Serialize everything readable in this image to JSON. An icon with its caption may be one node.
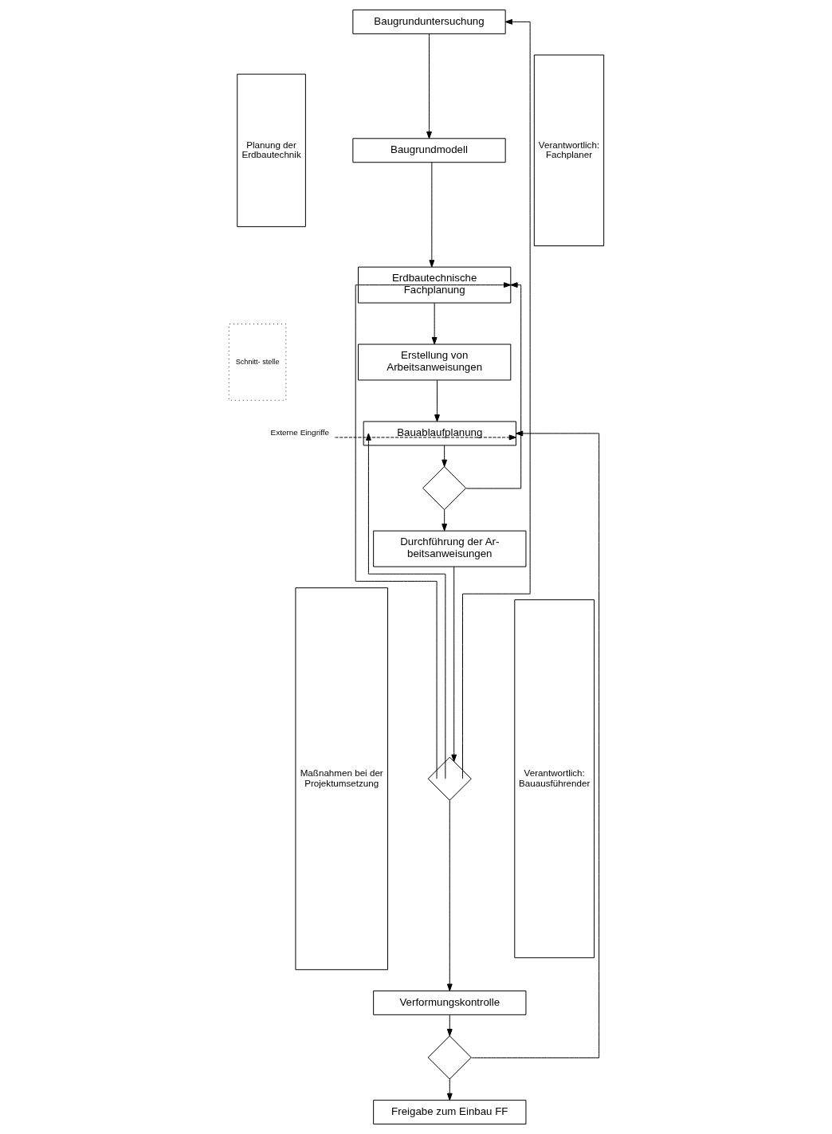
{
  "diagram": {
    "nodes": [
      {
        "text": [
          "Baugrunduntersuchung"
        ]
      },
      {
        "text": [
          "Baugrundmodell"
        ]
      },
      {
        "text": [
          "Erdbautechnische Fachplanung"
        ]
      },
      {
        "text": [
          "Erstellung von Arbeitsanweisungen"
        ]
      },
      {
        "text": [
          "Bauablaufplanung"
        ]
      },
      {
        "text": [],
        "shape": "diamond"
      },
      {
        "text": [
          "Durchführung der Ar- beitsanweisungen"
        ]
      },
      {
        "text": [],
        "shape": "diamond"
      },
      {
        "text": [
          "Verformungskontrolle"
        ]
      },
      {
        "text": [],
        "shape": "diamond"
      },
      {
        "text": [
          "Freigabe zum Einbau FF"
        ]
      },
      {
        "text": [
          "Externe Eingriffe"
        ]
      },
      {
        "text": [
          "Planung der Erdbautechnik"
        ]
      },
      {
        "text": [
          "Schnitt- stelle"
        ]
      },
      {
        "text": [
          "Maßnahmen bei der Projektumsetzung"
        ]
      },
      {
        "text": [
          "Verantwortlich: Fachplaner"
        ]
      },
      {
        "text": [
          "Verantwortlich: Bauausführender"
        ]
      }
    ],
    "edges": [
      {
        "from": 0,
        "to": 1,
        "arrow": "to"
      },
      {
        "from": 1,
        "to": 2,
        "arrow": "to"
      },
      {
        "from": 2,
        "to": 3,
        "arrow": "to"
      },
      {
        "from": 3,
        "to": 4,
        "arrow": "to"
      },
      {
        "from": 4,
        "to": 5,
        "arrow": "to"
      },
      {
        "from": 5,
        "to": 6,
        "arrow": "to"
      },
      {
        "from": 6,
        "to": 7,
        "arrow": "to"
      },
      {
        "from": 7,
        "to": 8,
        "arrow": "to"
      },
      {
        "from": 8,
        "to": 9,
        "arrow": "to"
      },
      {
        "from": 9,
        "to": 10,
        "arrow": "to"
      },
      {
        "from": 5,
        "to": 2,
        "arrow": "to"
      },
      {
        "from": 7,
        "to": 0,
        "arrow": "to"
      },
      {
        "from": 7,
        "to": 2,
        "arrow": "to"
      },
      {
        "from": 7,
        "to": 4,
        "arrow": "to"
      },
      {
        "from": 9,
        "to": 4,
        "arrow": "to"
      },
      {
        "from": 11,
        "to": 4,
        "arrow": "to",
        "style": "dashed"
      }
    ]
  }
}
